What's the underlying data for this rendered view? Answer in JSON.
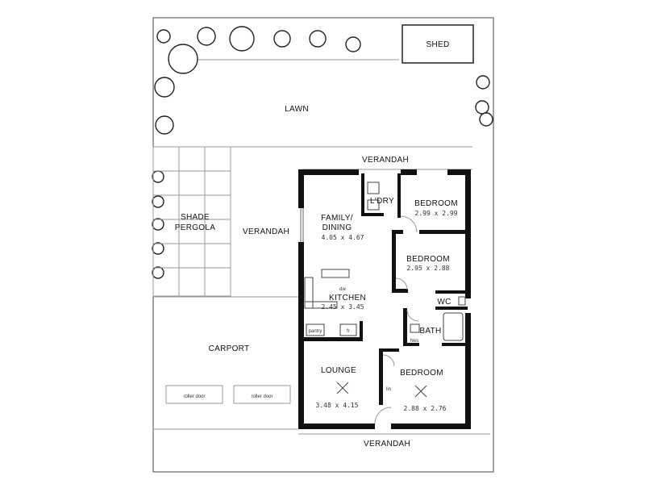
{
  "labels": {
    "shed": "SHED",
    "lawn": "LAWN",
    "verandah_top": "VERANDAH",
    "verandah_left": "VERANDAH",
    "verandah_bottom": "VERANDAH",
    "shade_pergola_1": "SHADE",
    "shade_pergola_2": "PERGOLA",
    "carport": "CARPORT",
    "laundry": "L'DRY",
    "family_dining_1": "FAMILY/",
    "family_dining_2": "DINING",
    "kitchen": "KITCHEN",
    "bedroom_1": "BEDROOM",
    "bedroom_2": "BEDROOM",
    "bedroom_3": "BEDROOM",
    "wc": "WC",
    "bath": "BATH",
    "lounge": "LOUNGE"
  },
  "dimensions": {
    "family_dining": "4.05 x 4.67",
    "kitchen": "2.45 x 3.45",
    "bedroom_1": "2.99 x 2.99",
    "bedroom_2": "2.95 x 2.88",
    "bedroom_3": "2.88 x 2.76",
    "lounge": "3.48 x 4.15",
    "carport_left": "roller door",
    "carport_right": "roller door"
  },
  "fixtures": {
    "pantry": "pantry",
    "dishwasher": "dw",
    "fridge": "fr",
    "hws": "hws",
    "linen": "lin"
  }
}
